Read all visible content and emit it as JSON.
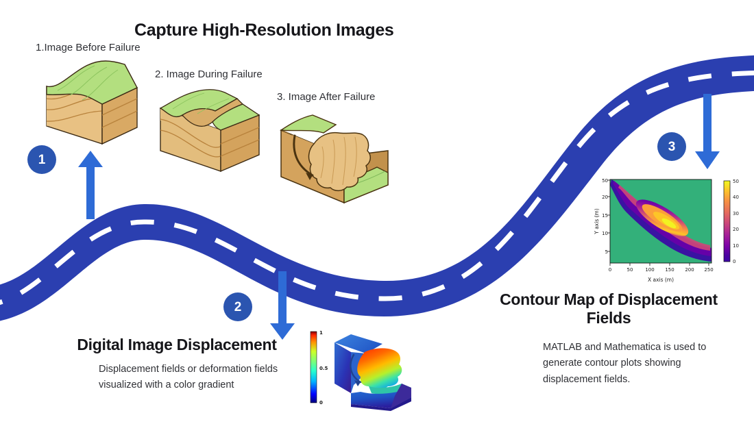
{
  "header": {
    "title": "Capture High-Resolution Images"
  },
  "steps": [
    {
      "number": "1",
      "label": "1.Image Before Failure",
      "icon": "slope-block-before-icon"
    },
    {
      "number": "2",
      "label": "2. Image During Failure",
      "icon": "slope-block-during-icon"
    },
    {
      "number": "3",
      "label": "3. Image After Failure",
      "icon": "slope-block-after-icon"
    }
  ],
  "sections": {
    "displacement": {
      "title": "Digital Image Displacement",
      "body": "Displacement fields or deformation fields visualized with a color gradient"
    },
    "contour": {
      "title_line1": "Contour Map of Displacement",
      "title_line2": "Fields",
      "body": "MATLAB and Mathematica is used to generate contour plots showing displacement fields."
    }
  },
  "colors": {
    "road": "#2b3fb0",
    "road_dash": "#ffffff",
    "arrow": "#2e6bd6",
    "circle": "#2b55b0",
    "title_text": "#16161a",
    "body_text": "#2f3035",
    "terrain_grass": "#a8d977",
    "terrain_soil": "#e0b97a",
    "terrain_soil_dark": "#c99a55",
    "contour_background": "#33b07a"
  },
  "chart_data": [
    {
      "type": "heatmap",
      "name": "contour-map-displacement-fields",
      "title": "",
      "xlabel": "X axis (m)",
      "ylabel": "Y axis (m)",
      "xticks": [
        "0",
        "50",
        "100",
        "150",
        "200",
        "250"
      ],
      "xtick_values": [
        0,
        50,
        100,
        150,
        200,
        250
      ],
      "yticks": [
        "50",
        "20",
        "15",
        "10",
        "5"
      ],
      "ytick_values": [
        50,
        20,
        15,
        10,
        5
      ],
      "xlim": [
        0,
        270
      ],
      "ylim": [
        3,
        52
      ],
      "grid": false,
      "background_color": "#33b07a",
      "colorbar": {
        "ticks": [
          "0",
          "10",
          "20",
          "30",
          "40",
          "50"
        ],
        "tick_values": [
          0,
          10,
          20,
          30,
          40,
          50
        ],
        "min": 0,
        "max": 50,
        "colormap": "plasma",
        "position": "right"
      },
      "description": "Diagonal elongated displacement lobe running from upper-left to lower-right, peak displacement ~50 near the center of the lobe, surrounded by low values fading into uniform green background."
    },
    {
      "type": "heatmap",
      "name": "digital-image-displacement-3d",
      "title": "",
      "xlabel": "",
      "ylabel": "",
      "colorbar": {
        "ticks": [
          "0",
          "0.5",
          "1"
        ],
        "tick_values": [
          0,
          0.5,
          1
        ],
        "min": 0,
        "max": 1,
        "colormap": "jet",
        "position": "left"
      },
      "description": "3D block model of a failed slope rendered with a jet colormap; high normalized displacement (~1, red) on the displaced slide mass, decreasing to 0 (dark blue) in the stable body."
    }
  ]
}
